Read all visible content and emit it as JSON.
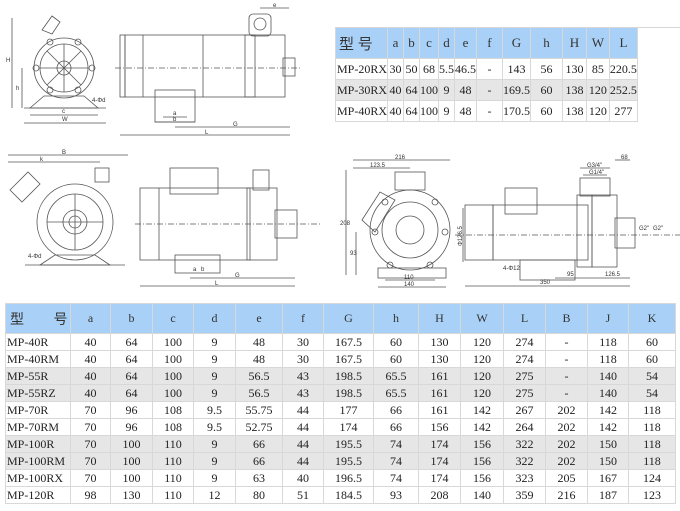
{
  "drawings": {
    "top_front": {
      "labels": {
        "H": "H",
        "h": "h",
        "c": "c",
        "W": "W",
        "holes": "4-Φd"
      }
    },
    "top_side": {
      "labels": {
        "e": "e",
        "a": "a",
        "b": "b",
        "G": "G",
        "L": "L"
      }
    },
    "mid_front": {
      "labels": {
        "B": "B",
        "k": "k",
        "holes": "4-Φd"
      }
    },
    "mid_side": {
      "labels": {
        "G": "G",
        "a": "a",
        "b": "b",
        "L": "L"
      }
    },
    "right_front": {
      "labels": {
        "w218": "216",
        "w123": "123.5",
        "h208": "208",
        "h93": "93",
        "w110": "110",
        "w140": "140"
      }
    },
    "right_side": {
      "labels": {
        "d68": "68",
        "g": "G3/4\"",
        "g2": "G1/4\"",
        "dia": "Φ126.5",
        "holes": "4-Φ12",
        "w95": "95",
        "w126": "126.5",
        "L350": "350",
        "o1": "G2\"",
        "o2": "G2\""
      }
    }
  },
  "top_table": {
    "headers": [
      "型 号",
      "a",
      "b",
      "c",
      "d",
      "e",
      "f",
      "G",
      "h",
      "H",
      "W",
      "L"
    ],
    "rows": [
      [
        "MP-20RX",
        "30",
        "50",
        "68",
        "5.5",
        "46.5",
        "-",
        "143",
        "56",
        "130",
        "85",
        "220.5"
      ],
      [
        "MP-30RX",
        "40",
        "64",
        "100",
        "9",
        "48",
        "-",
        "169.5",
        "60",
        "138",
        "120",
        "252.5"
      ],
      [
        "MP-40RX",
        "40",
        "64",
        "100",
        "9",
        "48",
        "-",
        "170.5",
        "60",
        "138",
        "120",
        "277"
      ]
    ]
  },
  "bottom_table": {
    "headers": [
      "型 号",
      "a",
      "b",
      "c",
      "d",
      "e",
      "f",
      "G",
      "h",
      "H",
      "W",
      "L",
      "B",
      "J",
      "K"
    ],
    "rows": [
      [
        "MP-40R",
        "40",
        "64",
        "100",
        "9",
        "48",
        "30",
        "167.5",
        "60",
        "130",
        "120",
        "274",
        "-",
        "118",
        "60"
      ],
      [
        "MP-40RM",
        "40",
        "64",
        "100",
        "9",
        "48",
        "30",
        "167.5",
        "60",
        "130",
        "120",
        "274",
        "-",
        "118",
        "60"
      ],
      [
        "MP-55R",
        "40",
        "64",
        "100",
        "9",
        "56.5",
        "43",
        "198.5",
        "65.5",
        "161",
        "120",
        "275",
        "-",
        "140",
        "54"
      ],
      [
        "MP-55RZ",
        "40",
        "64",
        "100",
        "9",
        "56.5",
        "43",
        "198.5",
        "65.5",
        "161",
        "120",
        "275",
        "-",
        "140",
        "54"
      ],
      [
        "MP-70R",
        "70",
        "96",
        "108",
        "9.5",
        "55.75",
        "44",
        "177",
        "66",
        "161",
        "142",
        "267",
        "202",
        "142",
        "118"
      ],
      [
        "MP-70RM",
        "70",
        "96",
        "108",
        "9.5",
        "52.75",
        "44",
        "174",
        "66",
        "156",
        "142",
        "264",
        "202",
        "142",
        "118"
      ],
      [
        "MP-100R",
        "70",
        "100",
        "110",
        "9",
        "66",
        "44",
        "195.5",
        "74",
        "174",
        "156",
        "322",
        "202",
        "150",
        "118"
      ],
      [
        "MP-100RM",
        "70",
        "100",
        "110",
        "9",
        "66",
        "44",
        "195.5",
        "74",
        "174",
        "156",
        "322",
        "202",
        "150",
        "118"
      ],
      [
        "MP-100RX",
        "70",
        "100",
        "110",
        "9",
        "63",
        "40",
        "196.5",
        "74",
        "174",
        "156",
        "323",
        "205",
        "167",
        "124"
      ],
      [
        "MP-120R",
        "98",
        "130",
        "110",
        "12",
        "80",
        "51",
        "184.5",
        "93",
        "208",
        "140",
        "359",
        "216",
        "187",
        "123"
      ]
    ]
  },
  "colors": {
    "header_bg": "#a9d1f7",
    "alt_row": "#e6e6e6"
  }
}
